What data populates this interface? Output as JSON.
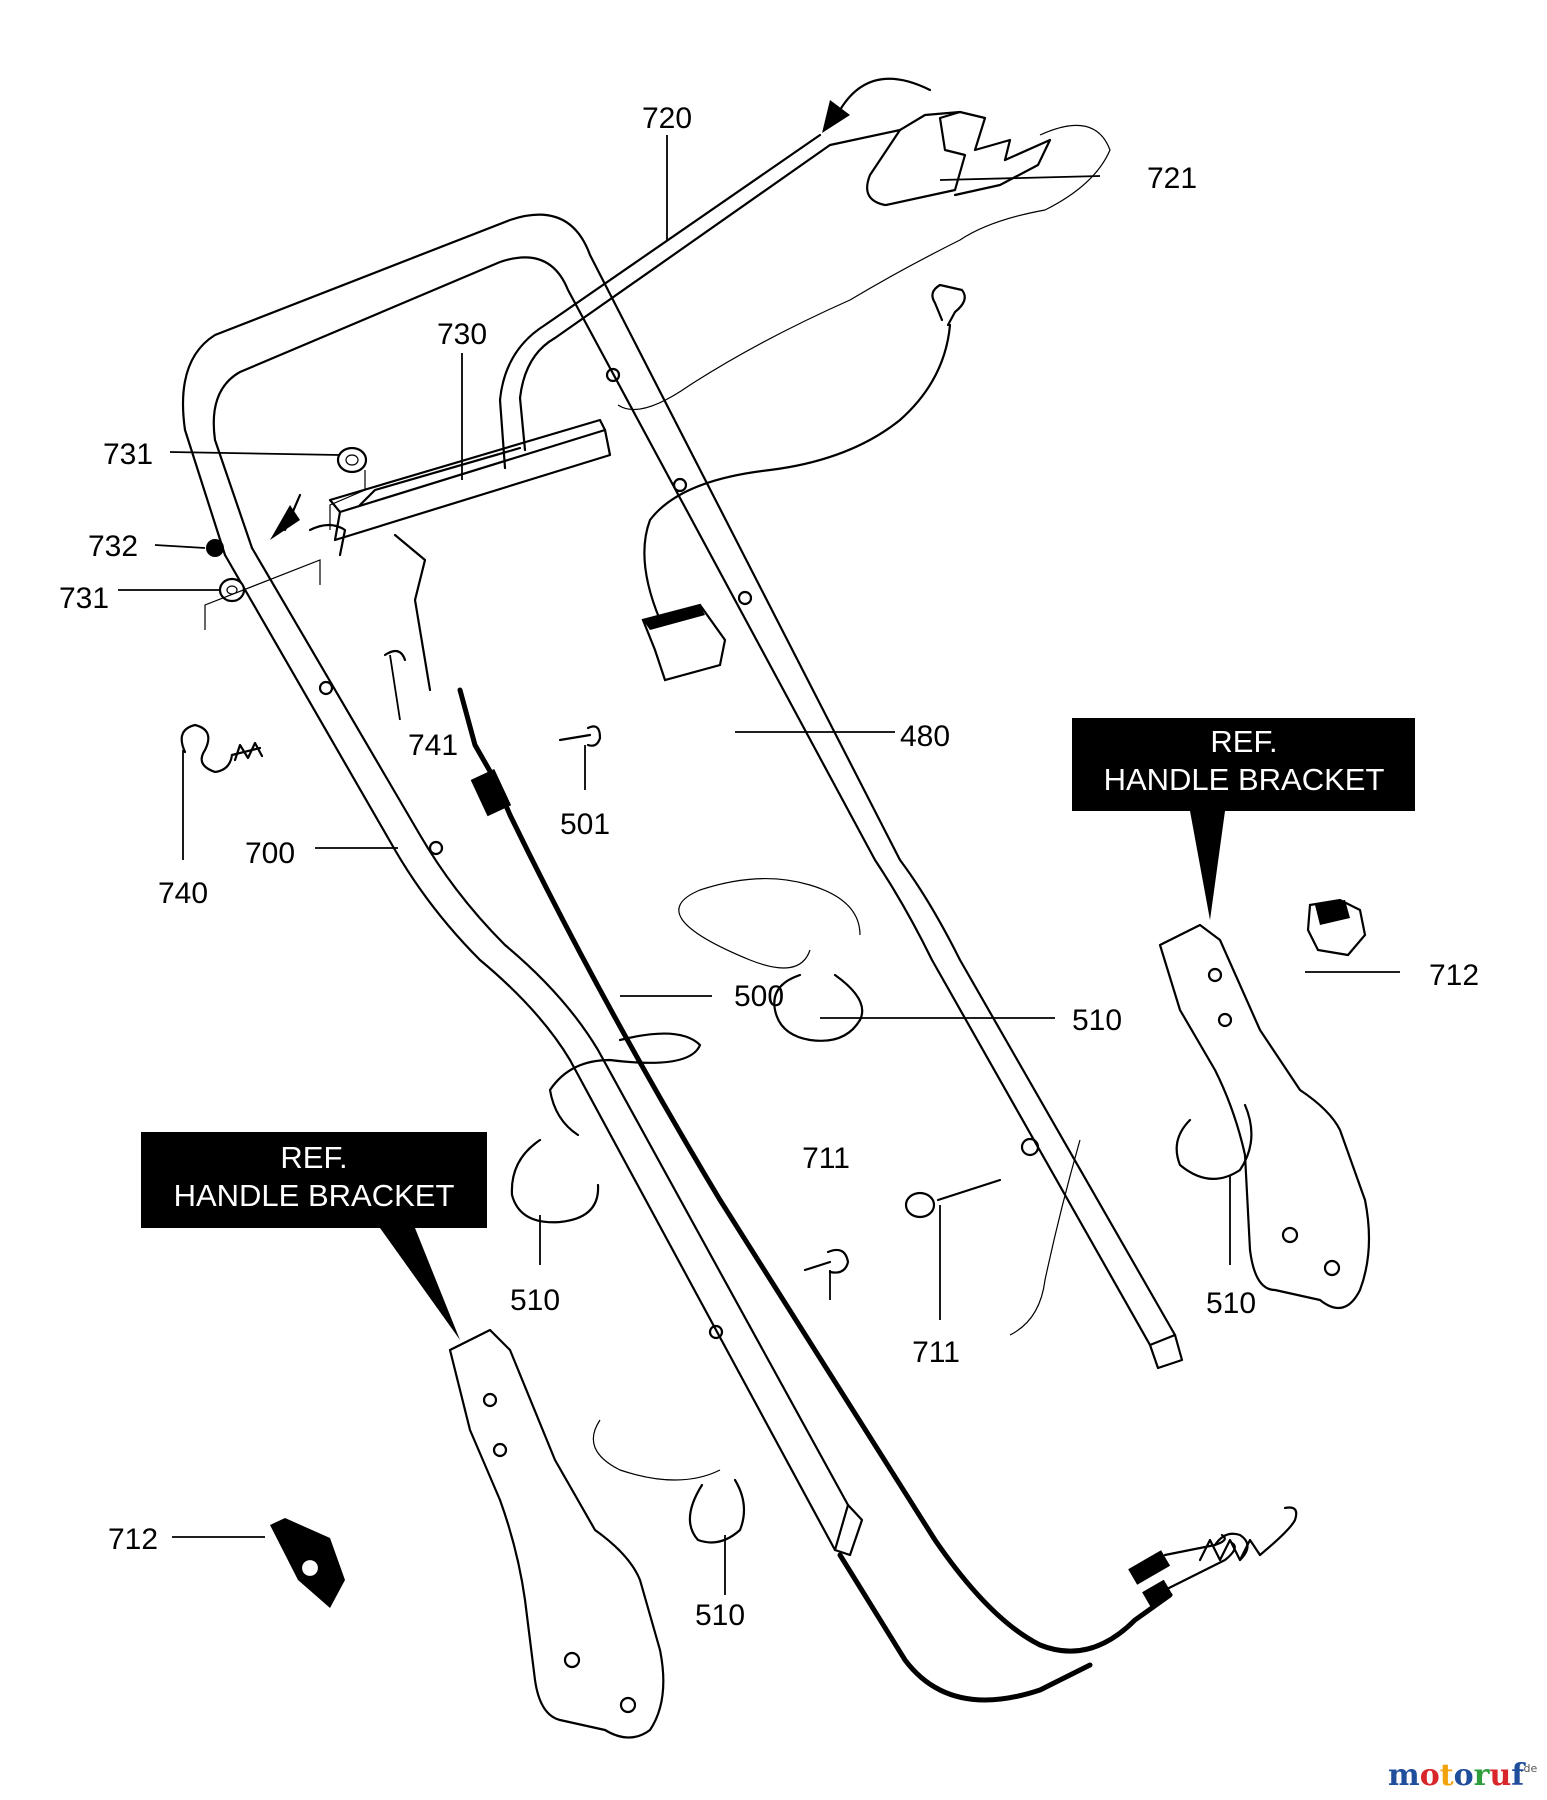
{
  "parts": {
    "p720": "720",
    "p721": "721",
    "p730": "730",
    "p731a": "731",
    "p732": "732",
    "p731b": "731",
    "p741": "741",
    "p740": "740",
    "p700": "700",
    "p501": "501",
    "p480": "480",
    "p500": "500",
    "p510a": "510",
    "p510b": "510",
    "p510c": "510",
    "p510d": "510",
    "p711a": "711",
    "p711b": "711",
    "p712a": "712",
    "p712b": "712"
  },
  "ref_boxes": {
    "right": {
      "line1": "REF.",
      "line2": "HANDLE BRACKET"
    },
    "left": {
      "line1": "REF.",
      "line2": "HANDLE BRACKET"
    }
  },
  "watermark": {
    "letters": [
      "m",
      "o",
      "t",
      "o",
      "r",
      "u",
      "f"
    ],
    "suffix": ".de",
    "colors": [
      "#1f4e9c",
      "#d8262b",
      "#f2a20b",
      "#1f4e9c",
      "#2e9e3d",
      "#d8262b",
      "#1f4e9c"
    ]
  }
}
